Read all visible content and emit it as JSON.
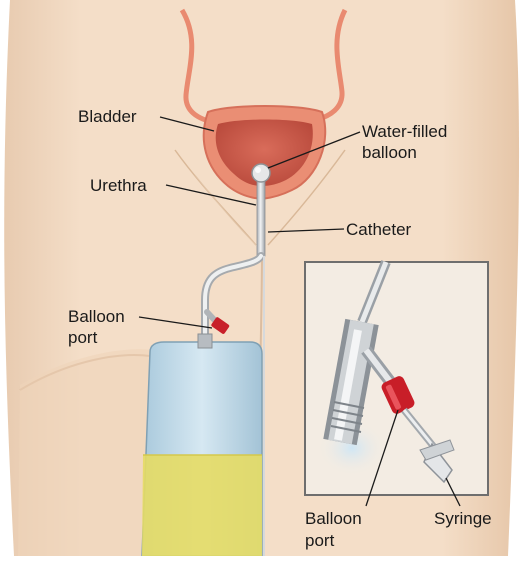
{
  "labels": {
    "bladder": "Bladder",
    "water_filled_line1": "Water-filled",
    "water_filled_line2": "balloon",
    "urethra": "Urethra",
    "catheter": "Catheter",
    "balloon_port_line1": "Balloon",
    "balloon_port_line2": "port",
    "inset_balloon_port_line1": "Balloon",
    "inset_balloon_port_line2": "port",
    "syringe": "Syringe"
  },
  "colors": {
    "skin": "#f3dcc4",
    "skin_shadow": "#e8c8a8",
    "bladder_wall": "#e9836b",
    "bladder_inner": "#c95a48",
    "catheter": "#d4d6d8",
    "port_red": "#c8202a",
    "bag_blue": "#bcd8e8",
    "urine_yellow": "#e8df6a",
    "inset_bg": "#f2ebe2"
  }
}
